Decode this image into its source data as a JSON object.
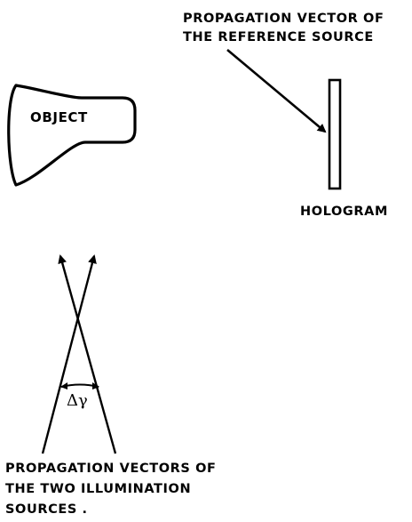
{
  "labels": {
    "reference_source": [
      "PROPAGATION VECTOR OF",
      "THE REFERENCE SOURCE"
    ],
    "object": "OBJECT",
    "hologram": "HOLOGRAM",
    "angle": "Δγ",
    "illumination_sources": [
      "PROPAGATION VECTORS OF",
      "THE TWO ILLUMINATION",
      "SOURCES ."
    ]
  },
  "colors": {
    "ink": "#000000",
    "background": "#ffffff"
  }
}
